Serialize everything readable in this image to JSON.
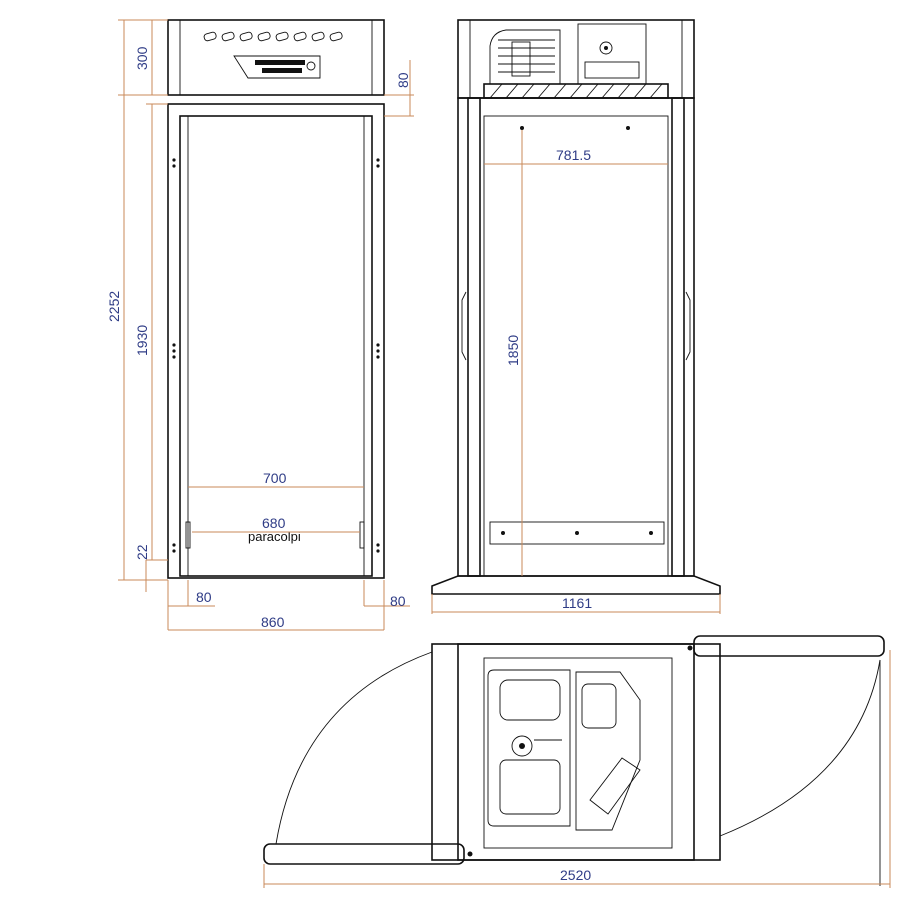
{
  "front_view": {
    "dimensions": {
      "top_height": "300",
      "top_gap": "80",
      "total_height": "2252",
      "door_height": "1930",
      "bottom_gap": "22",
      "inner_width_top": "700",
      "inner_width_bottom": "680",
      "side_left": "80",
      "side_right": "80",
      "total_width": "860"
    },
    "bumper_label": "paracolpi"
  },
  "side_view": {
    "dimensions": {
      "inner_width": "781.5",
      "inner_height": "1850",
      "base_width": "1161"
    }
  },
  "plan_view": {
    "dimensions": {
      "total_span": "2520"
    }
  },
  "colors": {
    "line": "#111111",
    "dimension_line": "#c98a5a",
    "dimension_text": "#2f3c86"
  }
}
